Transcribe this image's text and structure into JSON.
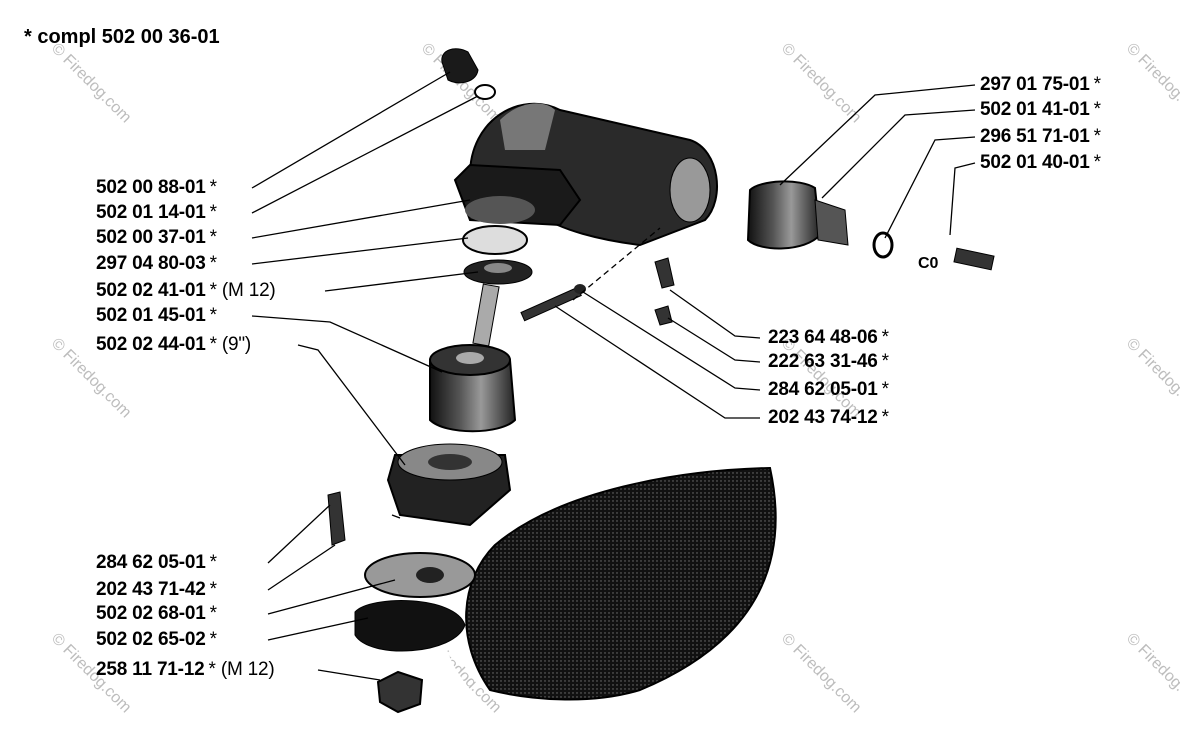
{
  "title": "*  compl 502 00 36-01",
  "watermark": "© Firedog.com",
  "left_labels": [
    {
      "part": "502 00 88-01",
      "note": "*"
    },
    {
      "part": "502 01 14-01",
      "note": "*"
    },
    {
      "part": "502 00 37-01",
      "note": "*"
    },
    {
      "part": "297 04 80-03",
      "note": "*"
    },
    {
      "part": "502 02 41-01",
      "note": "* (M 12)"
    },
    {
      "part": "502 01 45-01",
      "note": "*"
    },
    {
      "part": "502 02 44-01",
      "note": "* (9\")"
    }
  ],
  "right_top_labels": [
    {
      "part": "297 01 75-01",
      "note": "*"
    },
    {
      "part": "502 01 41-01",
      "note": "*"
    },
    {
      "part": "296 51 71-01",
      "note": "*"
    },
    {
      "part": "502 01 40-01",
      "note": "*"
    }
  ],
  "right_mid_labels": [
    {
      "part": "223 64 48-06",
      "note": "*"
    },
    {
      "part": "222 63 31-46",
      "note": "*"
    },
    {
      "part": "284 62 05-01",
      "note": "*"
    },
    {
      "part": "202 43 74-12",
      "note": "*"
    }
  ],
  "bottom_left_labels": [
    {
      "part": "284 62 05-01",
      "note": "*"
    },
    {
      "part": "202 43 71-42",
      "note": "*"
    },
    {
      "part": "502 02 68-01",
      "note": "*"
    },
    {
      "part": "502 02 65-02",
      "note": "*"
    },
    {
      "part": "258 11 71-12",
      "note": "* (M 12)"
    }
  ]
}
